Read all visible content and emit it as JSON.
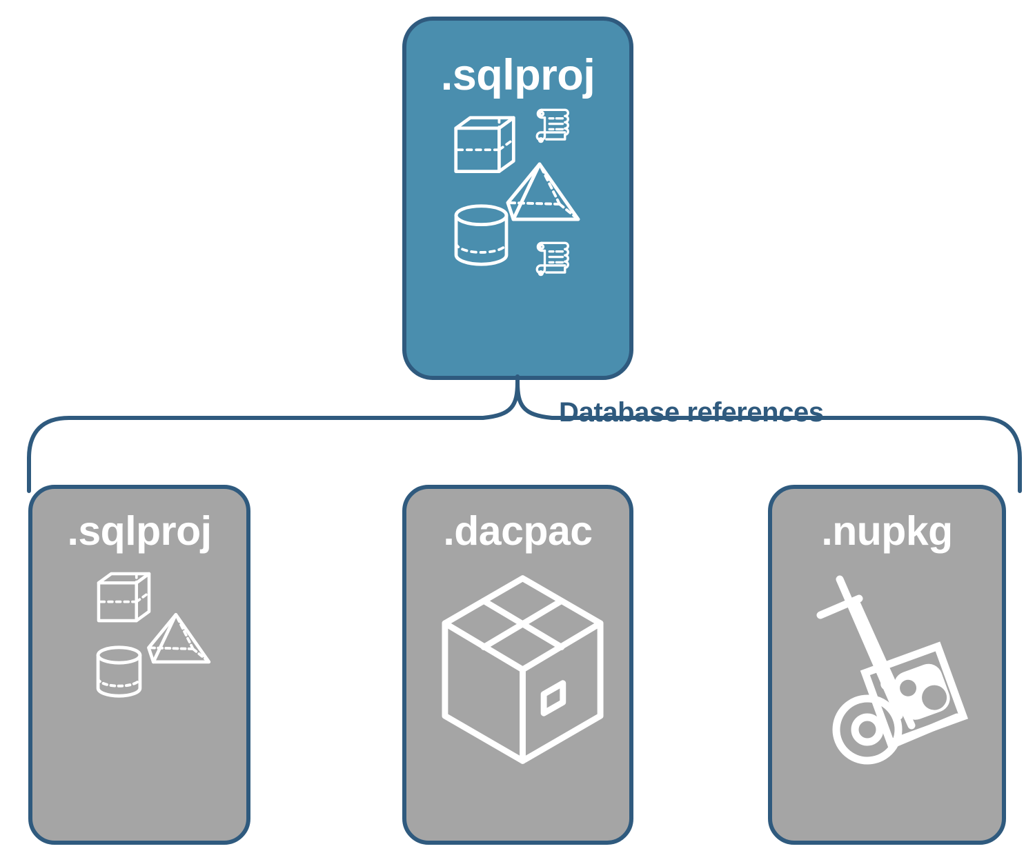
{
  "diagram": {
    "title": "Database references diagram",
    "colors": {
      "accent_blue": "#4A8EAE",
      "border_navy": "#2F5A7E",
      "card_gray": "#A5A5A5",
      "icon_white": "#FFFFFF",
      "label_navy": "#2F5A7E",
      "background": "#FFFFFF"
    }
  },
  "root": {
    "label": ".sqlproj",
    "icons": [
      "cube-icon",
      "pyramid-icon",
      "cylinder-icon",
      "script-scroll-icon",
      "script-scroll-icon"
    ]
  },
  "connector": {
    "label": "Database references",
    "shape": "bracket"
  },
  "children": [
    {
      "label": ".sqlproj",
      "icons": [
        "cube-icon",
        "pyramid-icon",
        "cylinder-icon"
      ]
    },
    {
      "label": ".dacpac",
      "icons": [
        "package-box-icon"
      ]
    },
    {
      "label": ".nupkg",
      "icons": [
        "hand-truck-icon",
        "nuget-package-icon"
      ]
    }
  ]
}
